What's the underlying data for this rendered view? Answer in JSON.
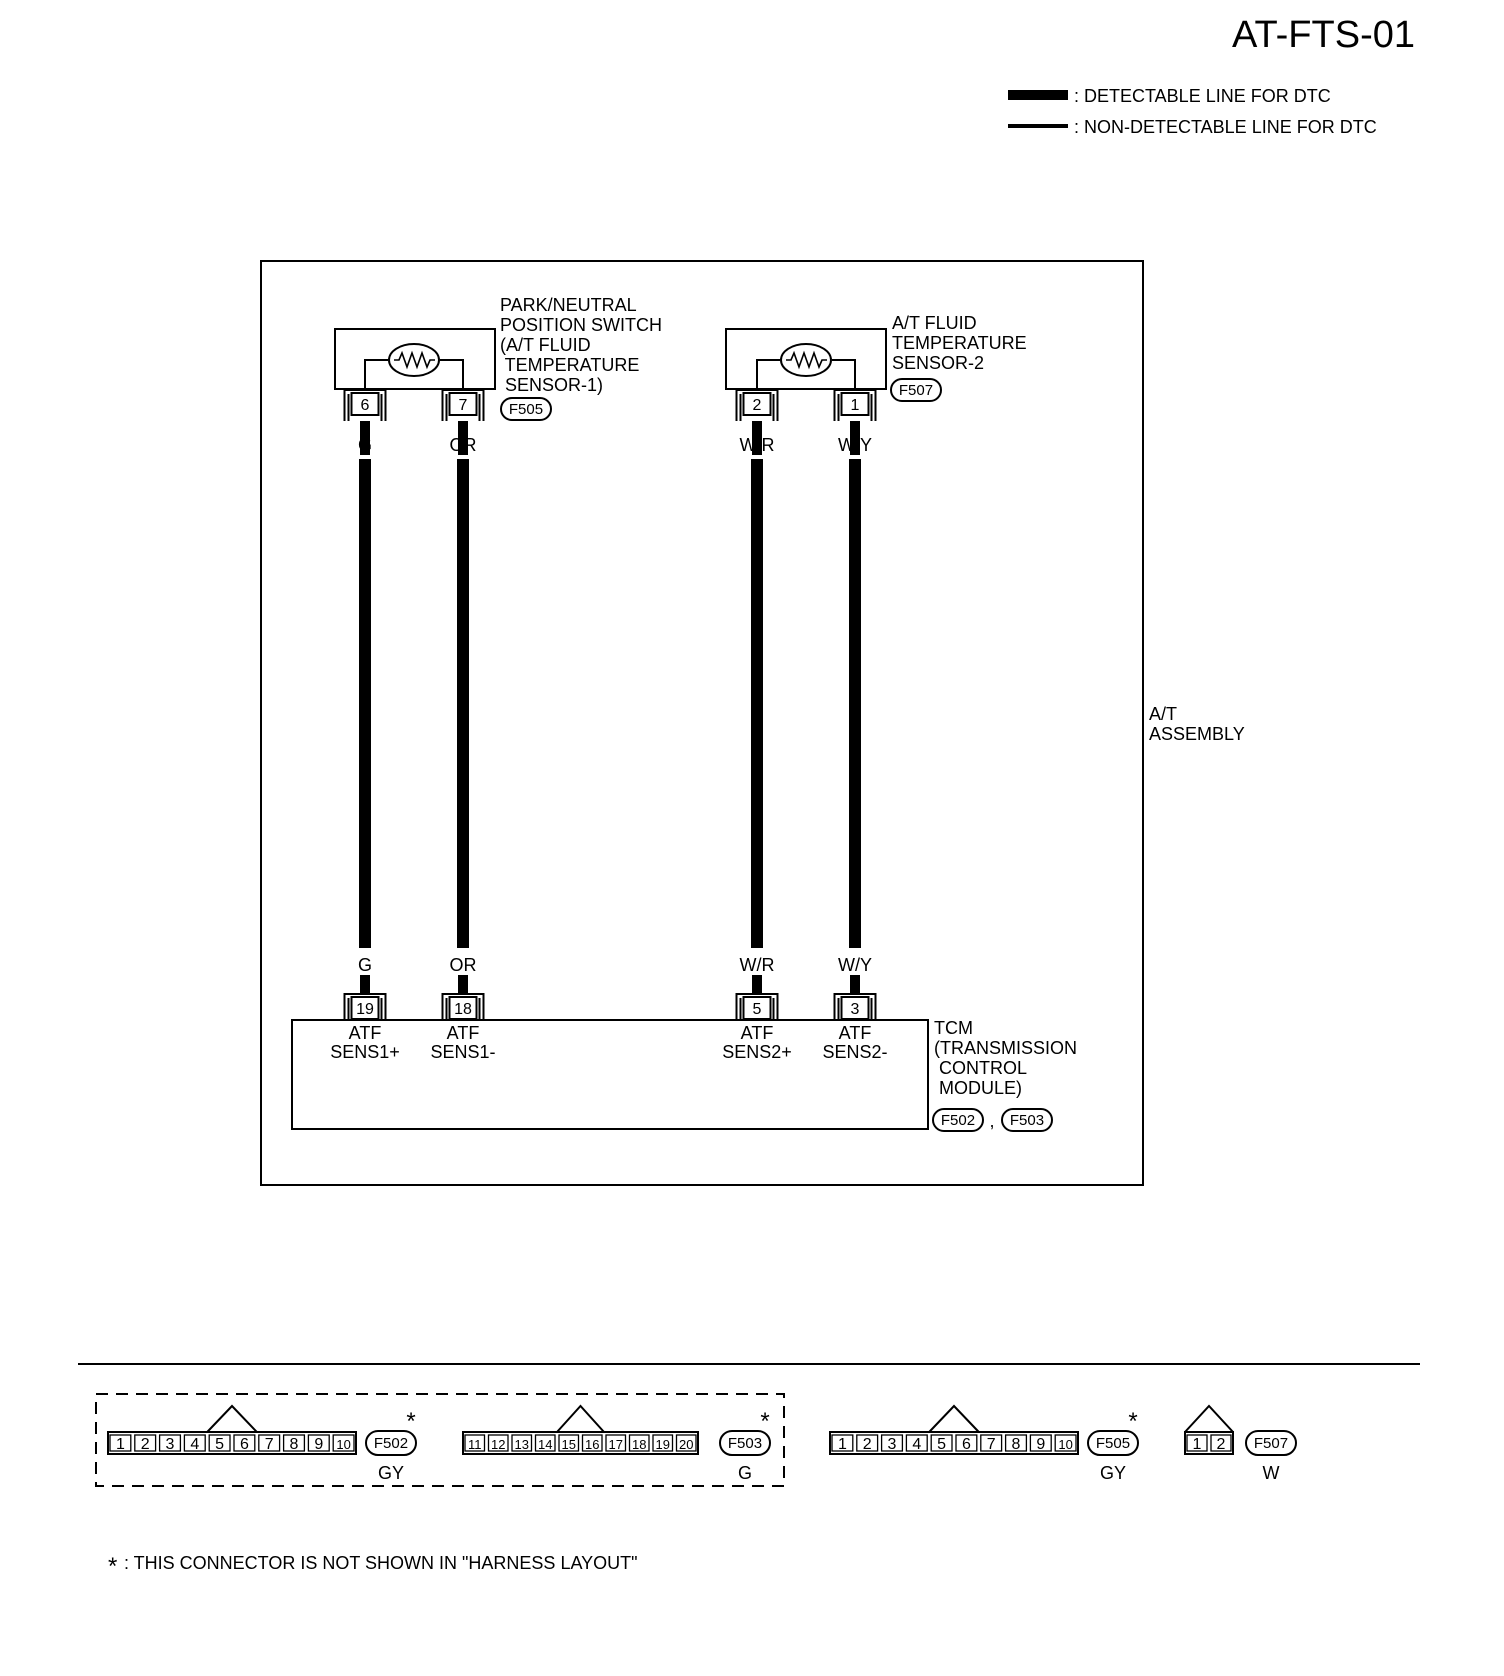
{
  "header": {
    "code": "AT-FTS-01"
  },
  "legend": {
    "detectable": ": DETECTABLE LINE FOR DTC",
    "non_detectable": ": NON-DETECTABLE LINE FOR DTC"
  },
  "assembly_label": [
    "A/T",
    "ASSEMBLY"
  ],
  "sensor1": {
    "label": [
      "PARK/NEUTRAL",
      "POSITION SWITCH",
      "(A/T FLUID",
      " TEMPERATURE",
      " SENSOR-1)"
    ],
    "connector": "F505",
    "pins": [
      "6",
      "7"
    ]
  },
  "sensor2": {
    "label": [
      "A/T FLUID",
      "TEMPERATURE",
      "SENSOR-2"
    ],
    "connector": "F507",
    "pins": [
      "2",
      "1"
    ]
  },
  "wires": [
    "G",
    "OR",
    "W/R",
    "W/Y"
  ],
  "tcm": {
    "label": [
      "TCM",
      "(TRANSMISSION",
      " CONTROL",
      " MODULE)"
    ],
    "connectors": [
      "F502",
      "F503"
    ],
    "separator": ",",
    "pins": [
      "19",
      "18",
      "5",
      "3"
    ],
    "pin_labels": [
      [
        "ATF",
        "SENS1+"
      ],
      [
        "ATF",
        "SENS1-"
      ],
      [
        "ATF",
        "SENS2+"
      ],
      [
        "ATF",
        "SENS2-"
      ]
    ]
  },
  "connector_views": {
    "f502": {
      "id": "F502",
      "color": "GY",
      "star": "*",
      "pins": [
        "1",
        "2",
        "3",
        "4",
        "5",
        "6",
        "7",
        "8",
        "9",
        "10"
      ]
    },
    "f503": {
      "id": "F503",
      "color": "G",
      "star": "*",
      "pins": [
        "11",
        "12",
        "13",
        "14",
        "15",
        "16",
        "17",
        "18",
        "19",
        "20"
      ]
    },
    "f505": {
      "id": "F505",
      "color": "GY",
      "star": "*",
      "pins": [
        "1",
        "2",
        "3",
        "4",
        "5",
        "6",
        "7",
        "8",
        "9",
        "10"
      ]
    },
    "f507": {
      "id": "F507",
      "color": "W",
      "pins": [
        "1",
        "2"
      ]
    }
  },
  "footnote": {
    "symbol": "*",
    "text": ": THIS CONNECTOR IS NOT SHOWN IN \"HARNESS LAYOUT\""
  }
}
